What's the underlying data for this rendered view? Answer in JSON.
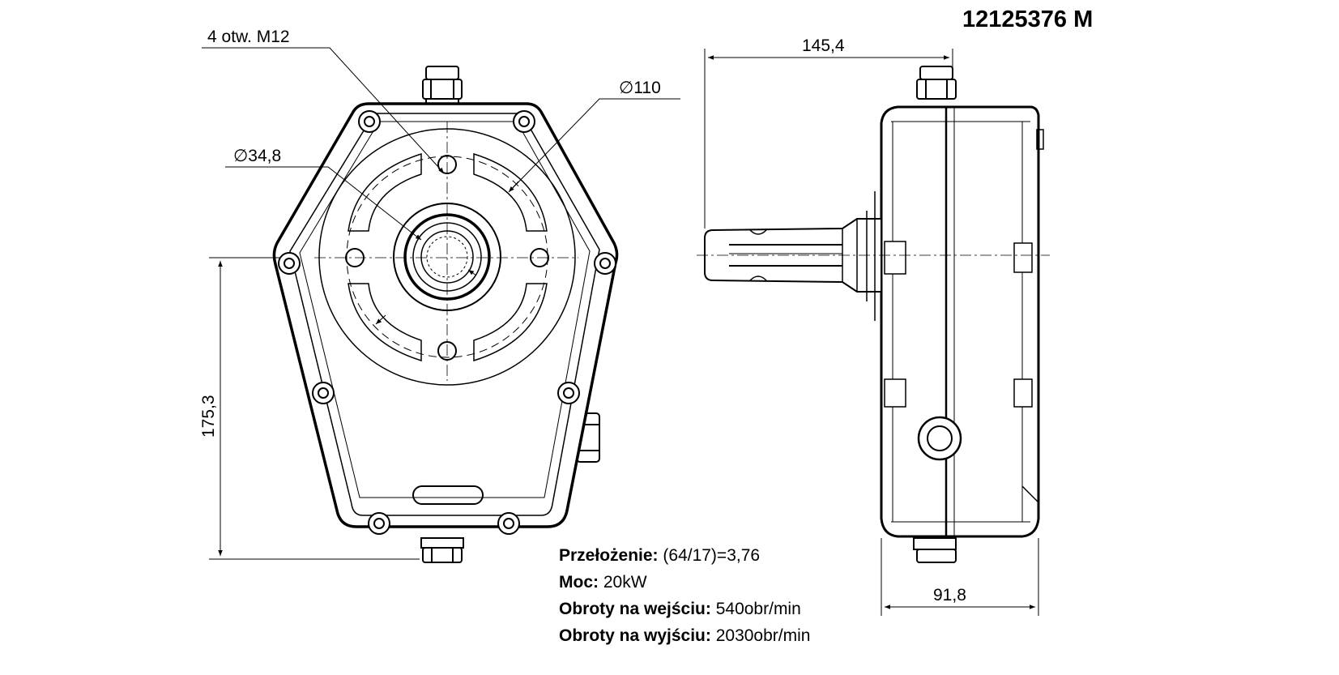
{
  "part_number": "12125376 M",
  "dimensions": {
    "holes": "4 otw. M12",
    "dia_bolt_circle": "∅110",
    "dia_shaft": "∅34,8",
    "height": "175,3",
    "length": "145,4",
    "width": "91,8"
  },
  "specs": [
    {
      "label": "Przełożenie:",
      "value": "(64/17)=3,76"
    },
    {
      "label": "Moc:",
      "value": "20kW"
    },
    {
      "label": "Obroty na wejściu:",
      "value": "540obr/min"
    },
    {
      "label": "Obroty na wyjściu:",
      "value": "2030obr/min"
    }
  ]
}
